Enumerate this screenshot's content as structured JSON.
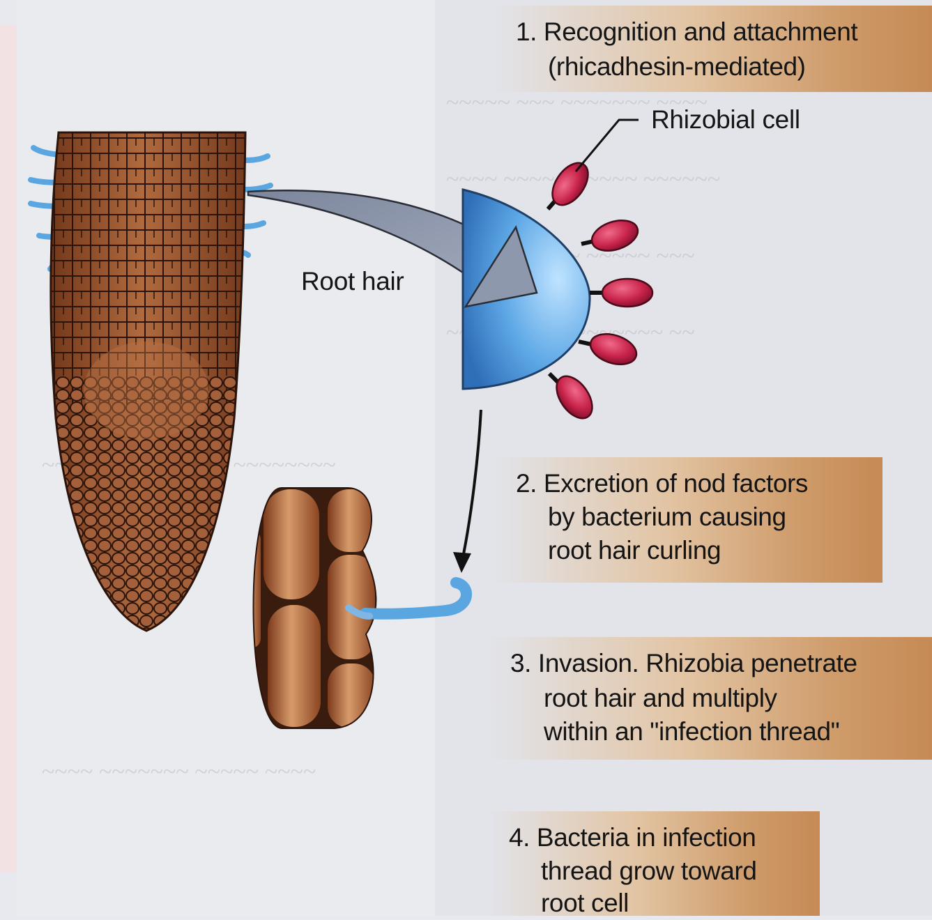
{
  "labels": {
    "rhizobial_cell": "Rhizobial cell",
    "root_hair": "Root hair"
  },
  "steps": [
    {
      "lines": [
        "1. Recognition and attachment",
        "(rhicadhesin-mediated)"
      ]
    },
    {
      "lines": [
        "2. Excretion of nod factors",
        "by bacterium causing",
        "root hair curling"
      ]
    },
    {
      "lines": [
        "3. Invasion. Rhizobia penetrate",
        "root hair and multiply",
        "within an \"infection thread\""
      ]
    },
    {
      "lines": [
        "4. Bacteria in infection",
        "thread grow toward",
        "root cell"
      ]
    }
  ],
  "colors": {
    "root_tissue": "#8a4a2a",
    "root_cell_lines": "#2a130a",
    "root_hair_blue": "#5aa6e0",
    "arrow_grey": "#8e98ac",
    "bacterium_red": "#c8234a",
    "step_box_brown": "#c58a55"
  }
}
